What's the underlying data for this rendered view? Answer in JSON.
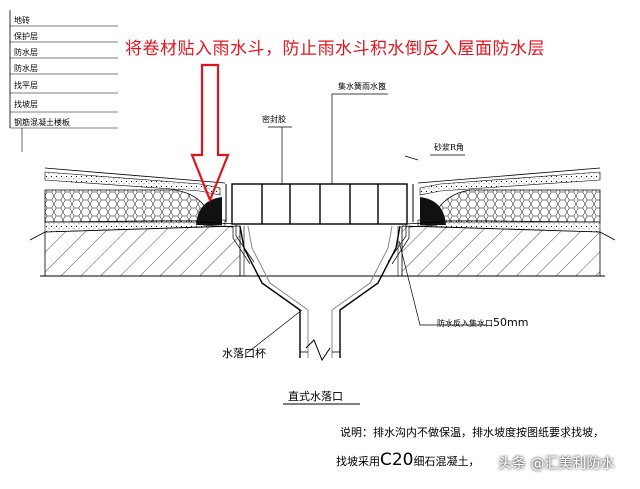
{
  "heading": "将卷材贴入雨水斗，防止雨水斗积水倒反入屋面防水层",
  "layers": [
    "地砖",
    "保护层",
    "防水层",
    "防水层",
    "找平层",
    "找坡层",
    "钢筋混凝土楼板"
  ],
  "labels": {
    "sealant": "密封胶",
    "grate": "集水簧雨水篦",
    "mortar_radius": "砂浆R角",
    "backflow_prefix": "防水反入集水口",
    "backflow_value": "50mm",
    "cup": "水落口杯",
    "outlet": "直式水落口"
  },
  "note": {
    "line1": "说明：排水沟内不做保温，排水坡度按图纸要求找坡，",
    "line2_prefix": "找坡采用",
    "line2_big": "C20",
    "line2_suffix": "细石混凝土，"
  },
  "watermark": "头条 @汇美利防水",
  "colors": {
    "heading": "#e0141e",
    "arrow": "#e0141e",
    "ink": "#000000"
  }
}
